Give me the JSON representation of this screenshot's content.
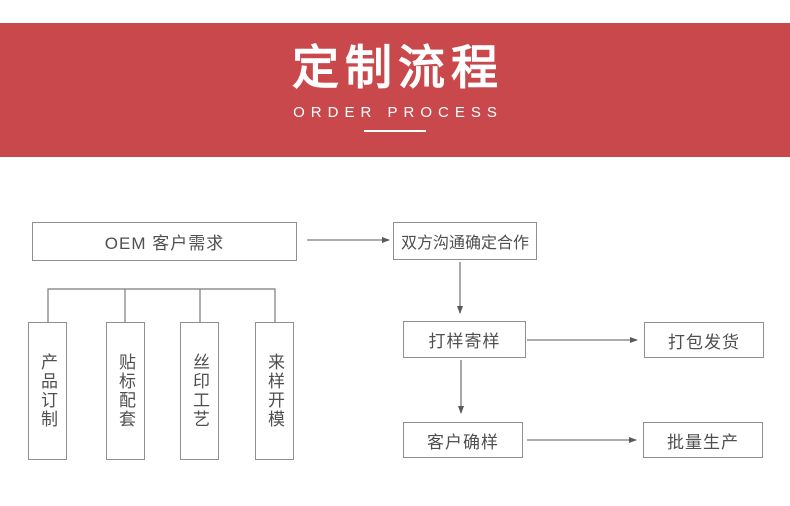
{
  "header": {
    "title": "定制流程",
    "subtitle": "ORDER PROCESS"
  },
  "flowchart": {
    "nodes": {
      "oem": "OEM 客户需求",
      "communicate": "双方沟通确定合作",
      "sampling": "打样寄样",
      "shipping": "打包发货",
      "confirm": "客户确样",
      "mass_production": "批量生产",
      "branch_product": "产品订制",
      "branch_label": "贴标配套",
      "branch_silkscreen": "丝印工艺",
      "branch_mold": "来样开模"
    }
  },
  "colors": {
    "banner": "#c9484c",
    "banner_text": "#ffffff",
    "box_border": "#8f8f8f",
    "box_text": "#4f4f4f",
    "line": "#7a7a7a",
    "arrowhead": "#5a5a5a",
    "background": "#ffffff"
  }
}
